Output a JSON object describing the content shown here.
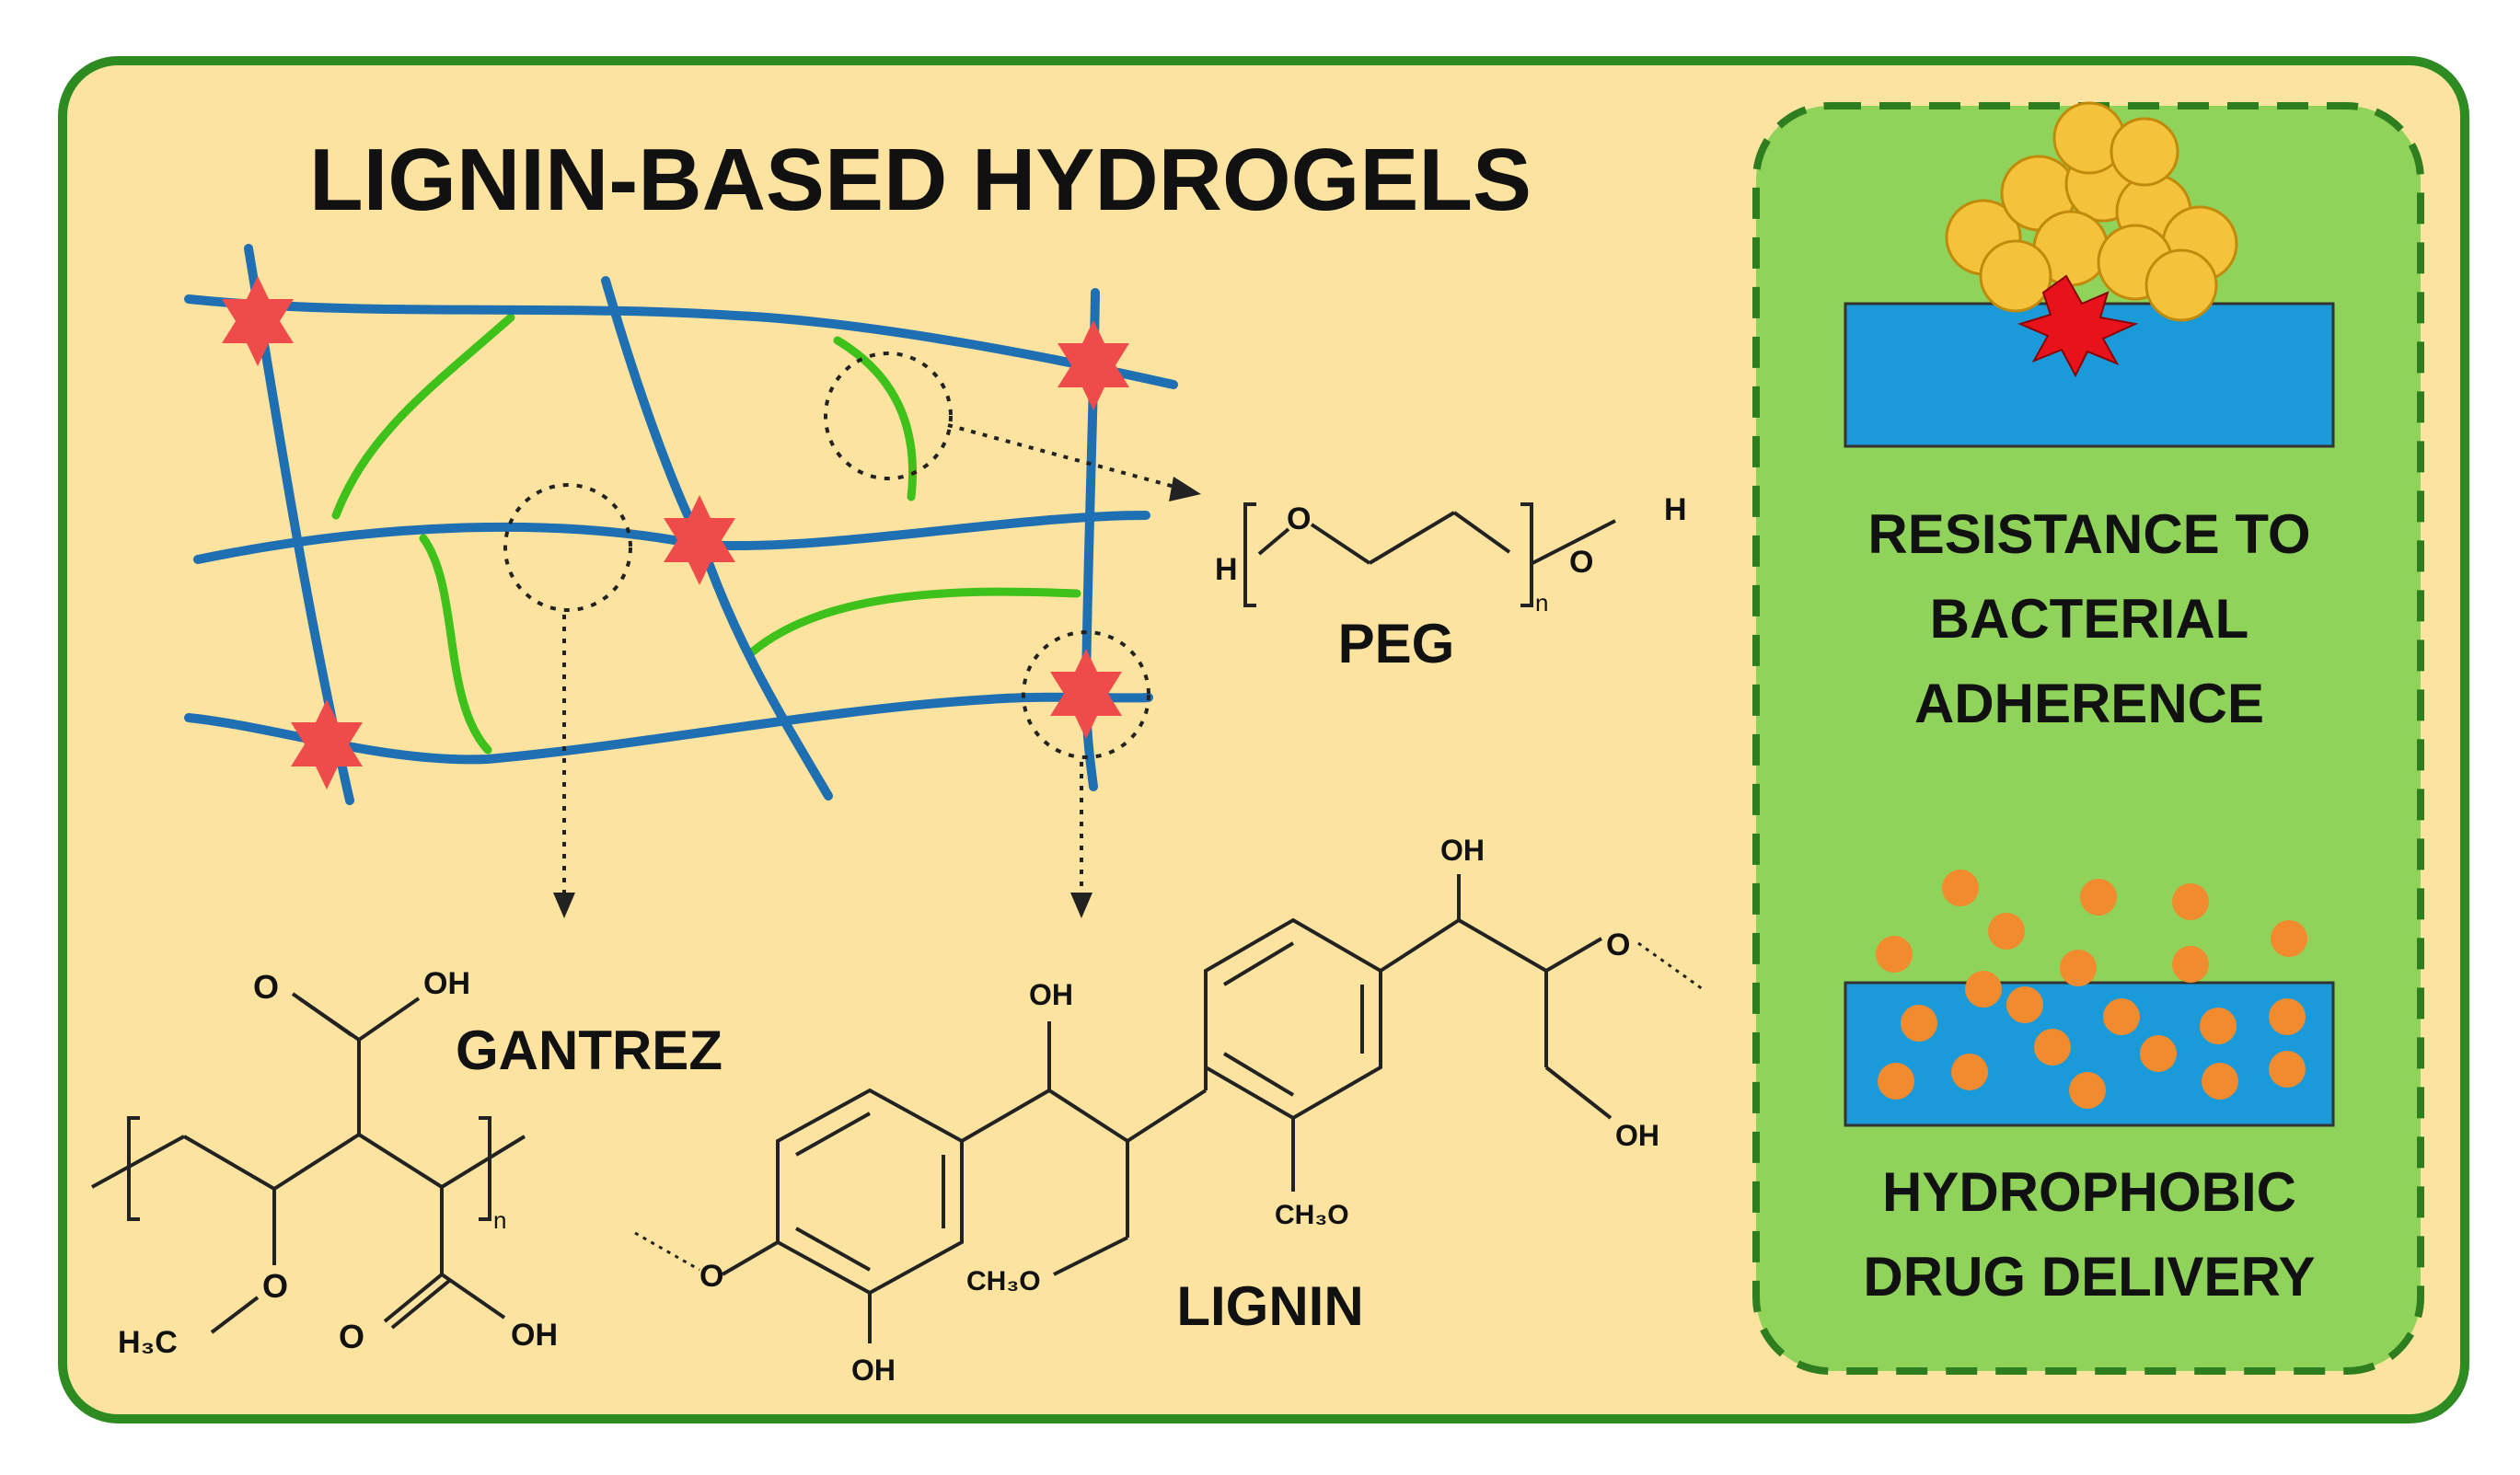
{
  "title": "LIGNIN-BASED HYDROGELS",
  "labels": {
    "peg": "PEG",
    "gantrez": "GANTREZ",
    "lignin": "LIGNIN"
  },
  "chem": {
    "peg_H_left": "H",
    "peg_H_right": "H",
    "peg_O1": "O",
    "peg_O2": "O",
    "peg_n": "n",
    "gan_OH_top": "OH",
    "gan_O_top": "O",
    "gan_OH_bottom": "OH",
    "gan_O_bottom": "O",
    "gan_O_ether": "O",
    "gan_H3C": "H₃C",
    "gan_n": "n",
    "lig_OH_top": "OH",
    "lig_O_right": "O",
    "lig_OH_right": "OH",
    "lig_OH_mid": "OH",
    "lig_CH3O_mid": "CH₃O",
    "lig_CH3O_left": "CH₃O",
    "lig_O_left": "O",
    "lig_OH_bottom": "OH"
  },
  "panel": {
    "resistance_lines": [
      "RESISTANCE TO",
      "BACTERIAL",
      "ADHERENCE"
    ],
    "delivery_lines": [
      "HYDROPHOBIC",
      "DRUG DELIVERY"
    ]
  },
  "colors": {
    "background": "#fce4a0",
    "outer_border": "#2e8b22",
    "panel_fill": "#90d35a",
    "panel_border": "#2e7d1e",
    "polymer_blue": "#1f6fb3",
    "polymer_green": "#3ec11a",
    "crosslink_red": "#ef4b4b",
    "slab_blue": "#1a9ad8",
    "bacteria_fill": "#f5c33b",
    "drug_orange": "#f28a2e",
    "star_burst": "#e8121a"
  },
  "icons": {
    "crosslink": "red-star-icon",
    "bacteria": "bacteria-cluster-icon",
    "drug": "drug-particle-icon"
  }
}
